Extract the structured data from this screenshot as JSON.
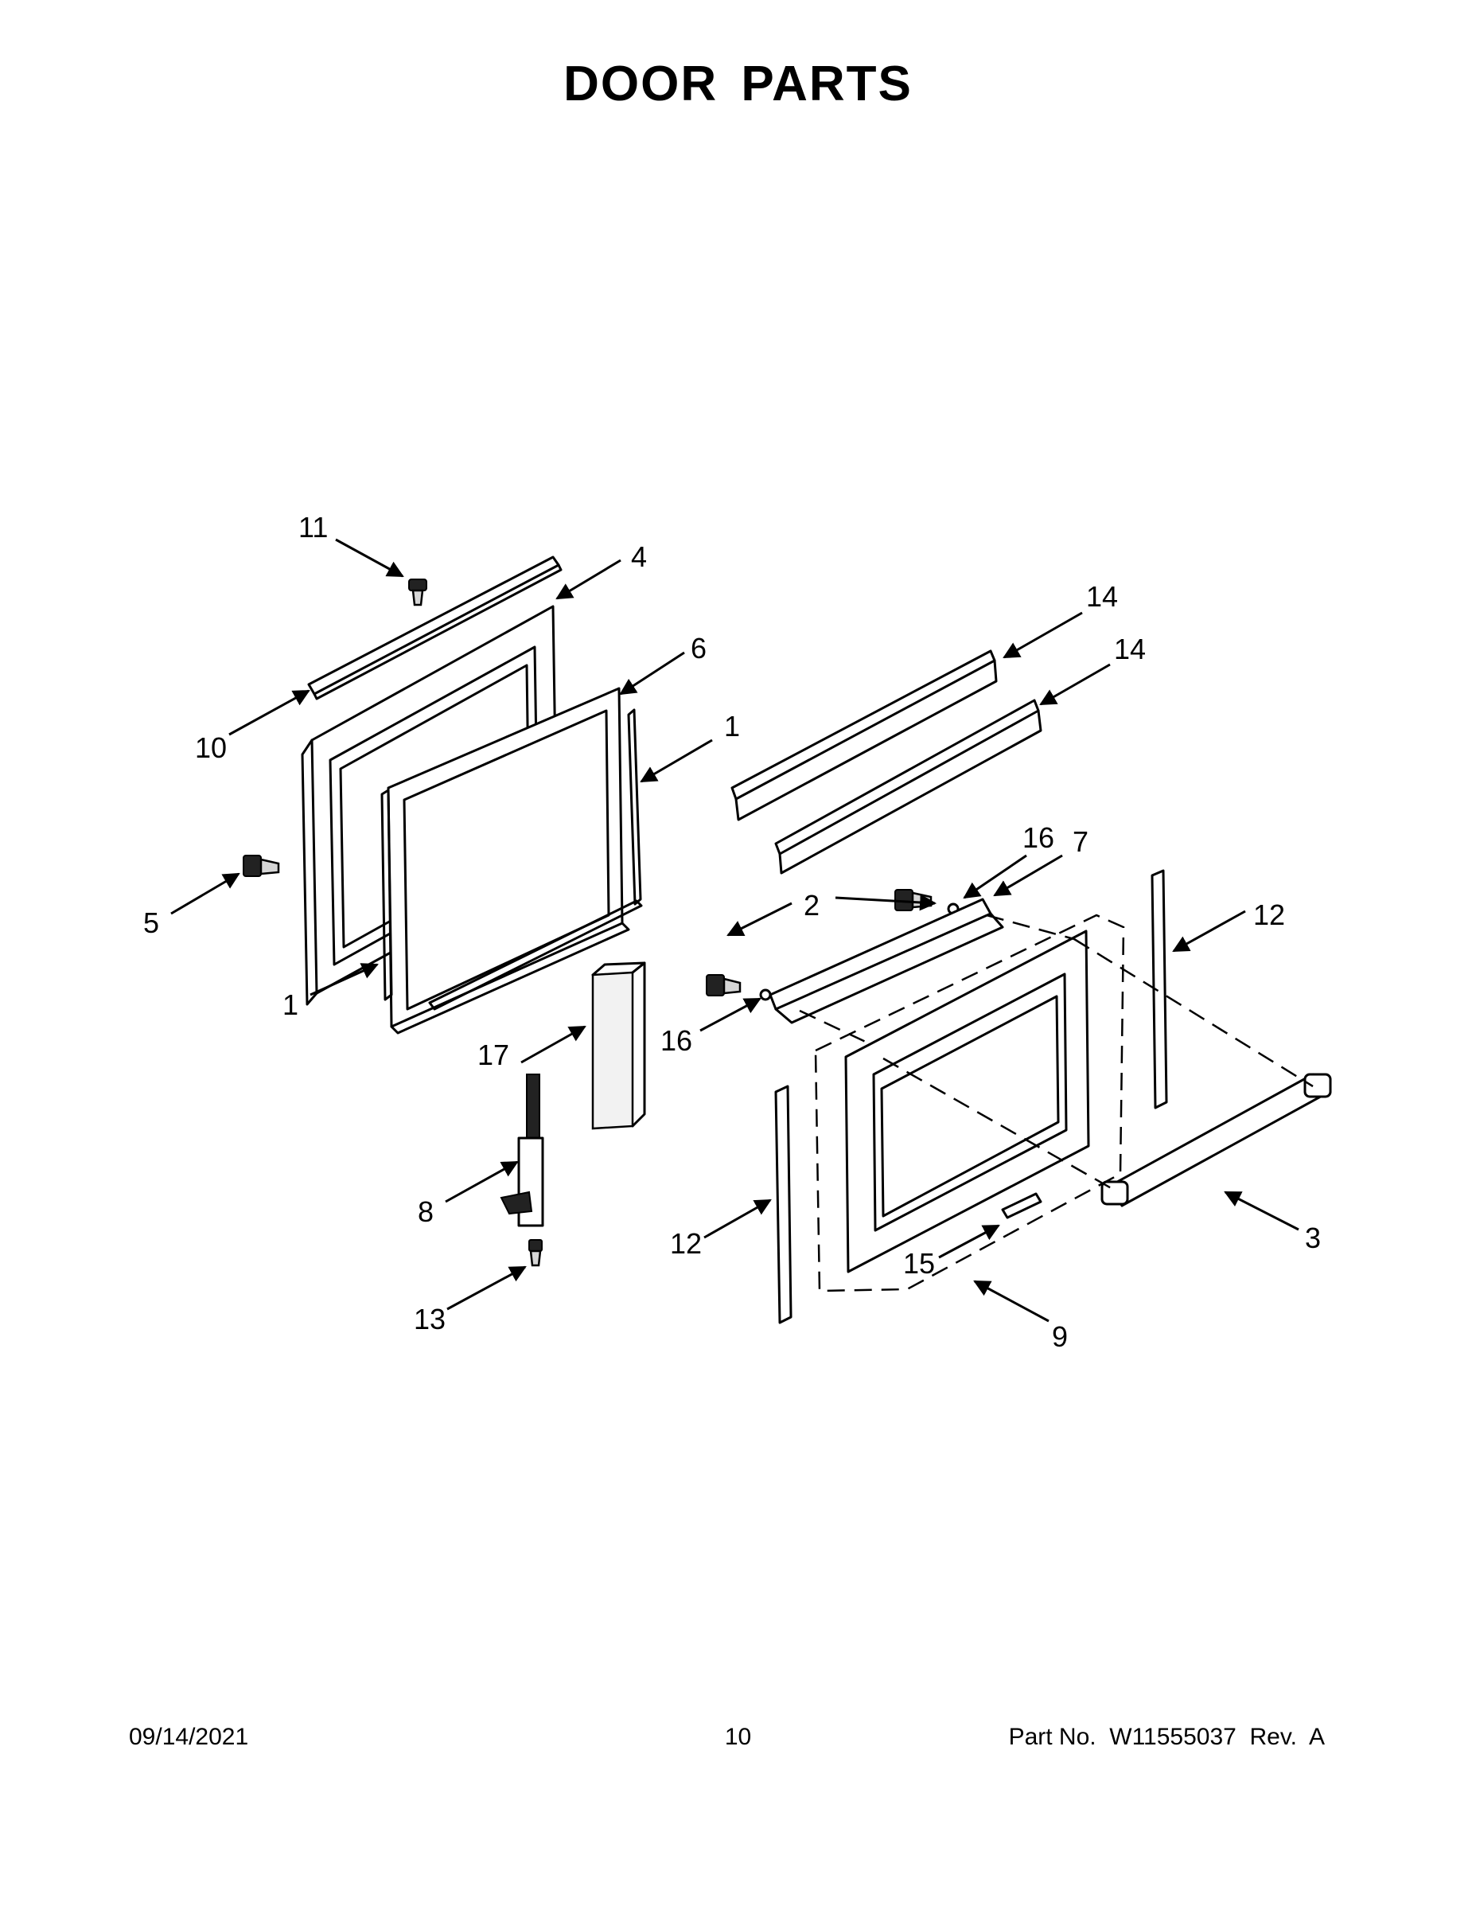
{
  "page": {
    "title": "DOOR PARTS"
  },
  "callouts": {
    "c1a": "1",
    "c1b": "1",
    "c2": "2",
    "c3": "3",
    "c4": "4",
    "c5": "5",
    "c6": "6",
    "c7": "7",
    "c8": "8",
    "c9": "9",
    "c10": "10",
    "c11": "11",
    "c12a": "12",
    "c12b": "12",
    "c13": "13",
    "c14a": "14",
    "c14b": "14",
    "c15": "15",
    "c16a": "16",
    "c16b": "16",
    "c17": "17"
  },
  "footer": {
    "date": "09/14/2021",
    "page_number": "10",
    "part_info": "Part No.  W11555037  Rev.  A"
  }
}
